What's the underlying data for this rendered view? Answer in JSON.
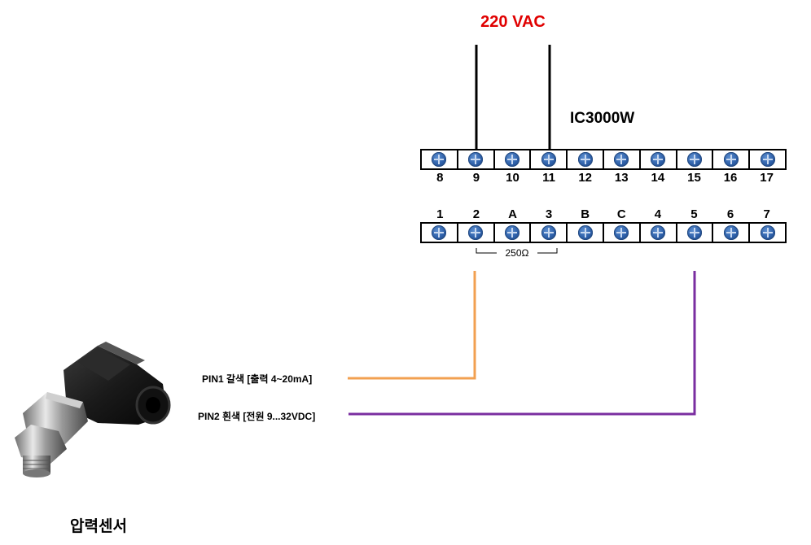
{
  "power": {
    "label": "220 VAC",
    "color": "#e00000"
  },
  "device": {
    "name": "IC3000W"
  },
  "terminals": {
    "top_row": [
      "8",
      "9",
      "10",
      "11",
      "12",
      "13",
      "14",
      "15",
      "16",
      "17"
    ],
    "bottom_row": [
      "1",
      "2",
      "A",
      "3",
      "B",
      "C",
      "4",
      "5",
      "6",
      "7"
    ]
  },
  "resistor": {
    "label": "250Ω"
  },
  "wires": {
    "pin1": {
      "label": "PIN1 갈색 [출력 4~20mA]",
      "color": "#f2a050"
    },
    "pin2": {
      "label": "PIN2 흰색 [전원 9...32VDC]",
      "color": "#7a2ea0"
    }
  },
  "sensor": {
    "caption": "압력센서",
    "icon": "pressure-sensor-icon"
  }
}
